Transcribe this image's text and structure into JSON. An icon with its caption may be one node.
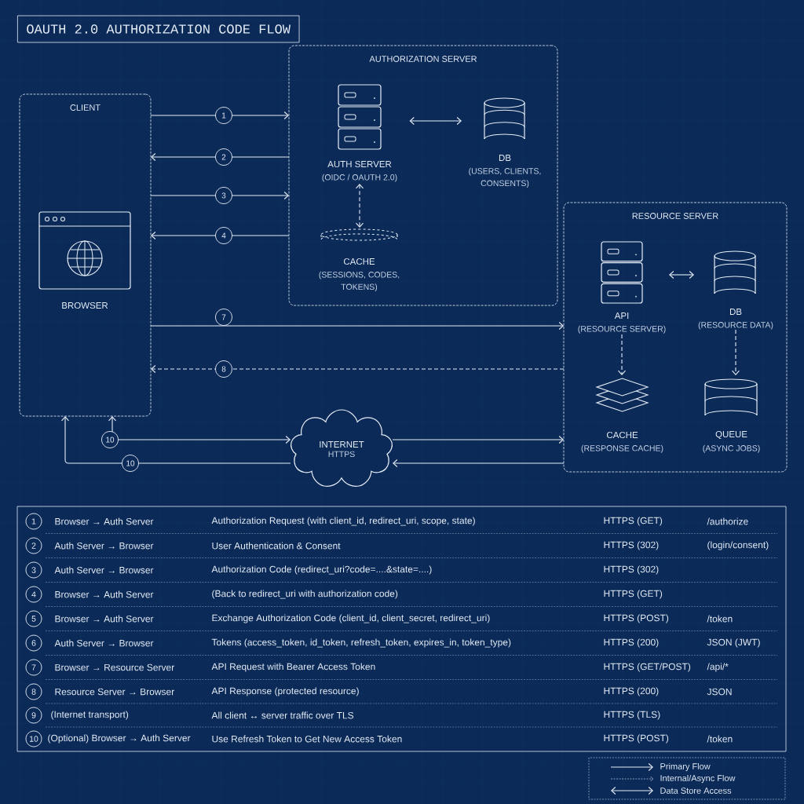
{
  "diagram": {
    "title": "OAUTH 2.0 AUTHORIZATION CODE FLOW",
    "nodes": [
      {
        "text": [
          "CLIENT"
        ]
      },
      {
        "text": [
          "BROWSER"
        ],
        "in": 0
      },
      {
        "text": [
          "AUTHORIZATION SERVER"
        ]
      },
      {
        "text": [
          "AUTH SERVER",
          "(OIDC / OAUTH 2.0)"
        ],
        "in": 2
      },
      {
        "text": [
          "DB",
          "(USERS, CLIENTS, CONSENTS)"
        ],
        "in": 2
      },
      {
        "text": [
          "CACHE",
          "(SESSIONS, CODES, TOKENS)"
        ],
        "in": 2
      },
      {
        "text": [
          "RESOURCE SERVER"
        ]
      },
      {
        "text": [
          "API",
          "(RESOURCE SERVER)"
        ],
        "in": 6
      },
      {
        "text": [
          "DB",
          "(RESOURCE DATA)"
        ],
        "in": 6
      },
      {
        "text": [
          "CACHE",
          "(RESPONSE CACHE)"
        ],
        "in": 6
      },
      {
        "text": [
          "QUEUE",
          "(ASYNC JOBS)"
        ],
        "in": 6
      },
      {
        "text": [
          "INTERNET",
          "HTTPS"
        ]
      }
    ],
    "edges": [
      {
        "from": 0,
        "to": 2,
        "arrow": "to",
        "label": "1"
      },
      {
        "from": 2,
        "to": 0,
        "arrow": "to",
        "label": "2"
      },
      {
        "from": 0,
        "to": 2,
        "arrow": "to",
        "label": "3"
      },
      {
        "from": 2,
        "to": 0,
        "arrow": "to",
        "label": "4"
      },
      {
        "from": 0,
        "to": 6,
        "arrow": "to",
        "label": "7"
      },
      {
        "from": 6,
        "to": 0,
        "arrow": "to",
        "label": "8",
        "style": "dashed"
      },
      {
        "from": 0,
        "to": 11,
        "arrow": "both",
        "label": "10"
      },
      {
        "from": 11,
        "to": 0,
        "arrow": "to",
        "label": "10"
      },
      {
        "from": 11,
        "to": 6,
        "arrow": "to"
      },
      {
        "from": 6,
        "to": 11,
        "arrow": "to"
      },
      {
        "from": 3,
        "to": 4,
        "arrow": "both"
      },
      {
        "from": 3,
        "to": 5,
        "arrow": "both",
        "style": "dashed"
      },
      {
        "from": 7,
        "to": 8,
        "arrow": "both"
      },
      {
        "from": 7,
        "to": 9,
        "arrow": "to",
        "style": "dashed"
      },
      {
        "from": 8,
        "to": 10,
        "arrow": "to",
        "style": "dashed"
      }
    ],
    "labels": [
      "1",
      "Browser → Auth Server",
      "Authorization Request (with client_id, redirect_uri, scope, state)",
      "HTTPS (GET)",
      "/authorize",
      "2",
      "Auth Server → Browser",
      "User Authentication & Consent",
      "HTTPS (302)",
      "(login/consent)",
      "3",
      "Auth Server → Browser",
      "Authorization Code (redirect_uri?code=....&state=....)",
      "HTTPS (302)",
      "4",
      "Browser → Auth Server",
      "(Back to redirect_uri with authorization code)",
      "HTTPS (GET)",
      "5",
      "Browser → Auth Server",
      "Exchange Authorization Code (client_id, client_secret, redirect_uri)",
      "HTTPS (POST)",
      "/token",
      "6",
      "Auth Server → Browser",
      "Tokens (access_token, id_token, refresh_token, expires_in, token_type)",
      "HTTPS (200)",
      "JSON (JWT)",
      "7",
      "Browser → Resource Server",
      "API Request with Bearer Access Token",
      "HTTPS (GET/POST)",
      "/api/*",
      "8",
      "Resource Server → Browser",
      "API Response (protected resource)",
      "HTTPS (200)",
      "JSON",
      "9",
      "(Internet transport)",
      "All client ↔ server traffic over TLS",
      "HTTPS (TLS)",
      "10",
      "(Optional) Browser → Auth Server",
      "Use Refresh Token to Get New Access Token",
      "HTTPS (POST)",
      "/token"
    ],
    "legend": [
      {
        "text": "Primary Flow"
      },
      {
        "text": "Internal/Async Flow"
      },
      {
        "text": "Data Store Access"
      }
    ]
  }
}
